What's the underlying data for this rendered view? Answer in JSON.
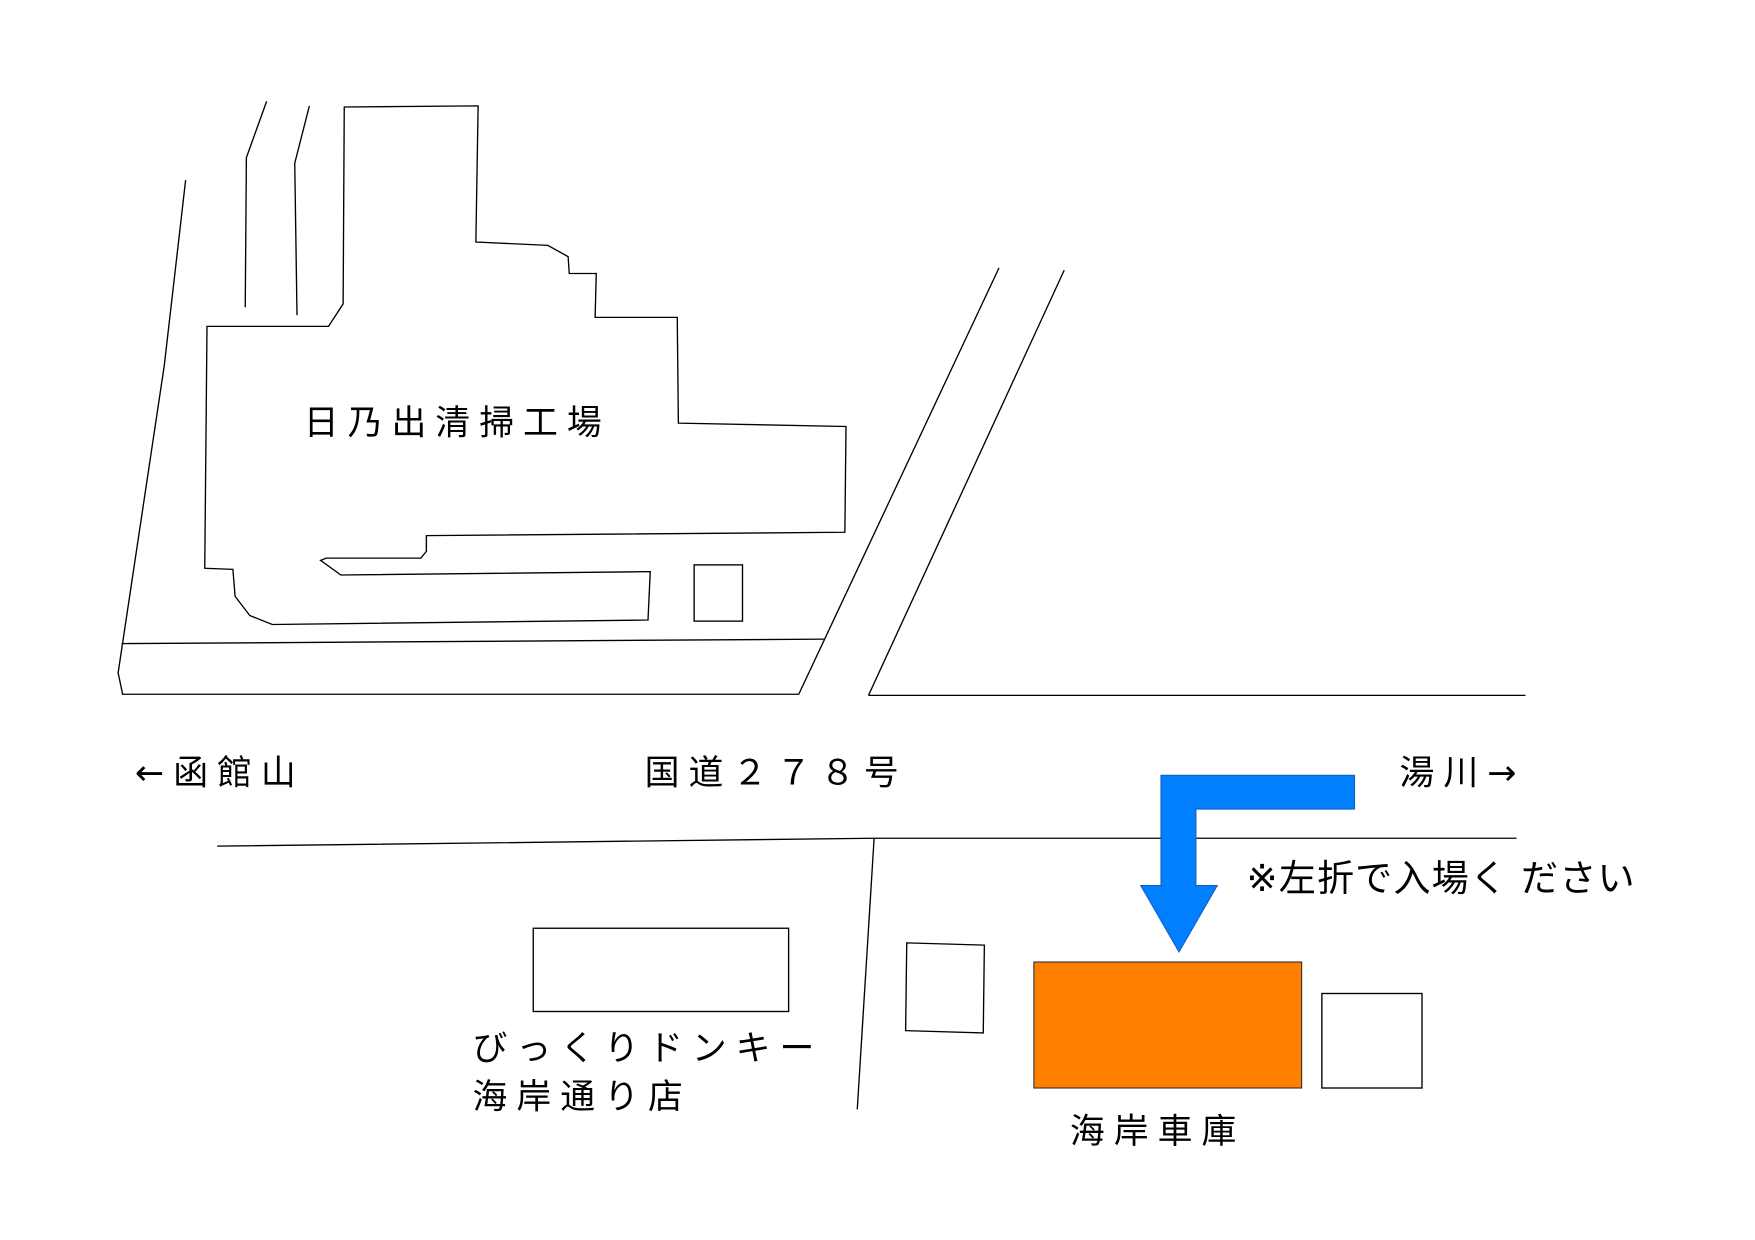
{
  "labels": {
    "factory": "日乃出清掃工場",
    "to_hakodateyama": "←函館山",
    "route": "国道２７８号",
    "to_yunokawa": "湯川→",
    "notice": "※左折で入場く ださい",
    "store_line1": "びっくりドンキー",
    "store_line2": "海岸通り店",
    "garage": "海岸車庫"
  },
  "colors": {
    "arrow": "#0080FF",
    "garage": "#FF8000"
  }
}
